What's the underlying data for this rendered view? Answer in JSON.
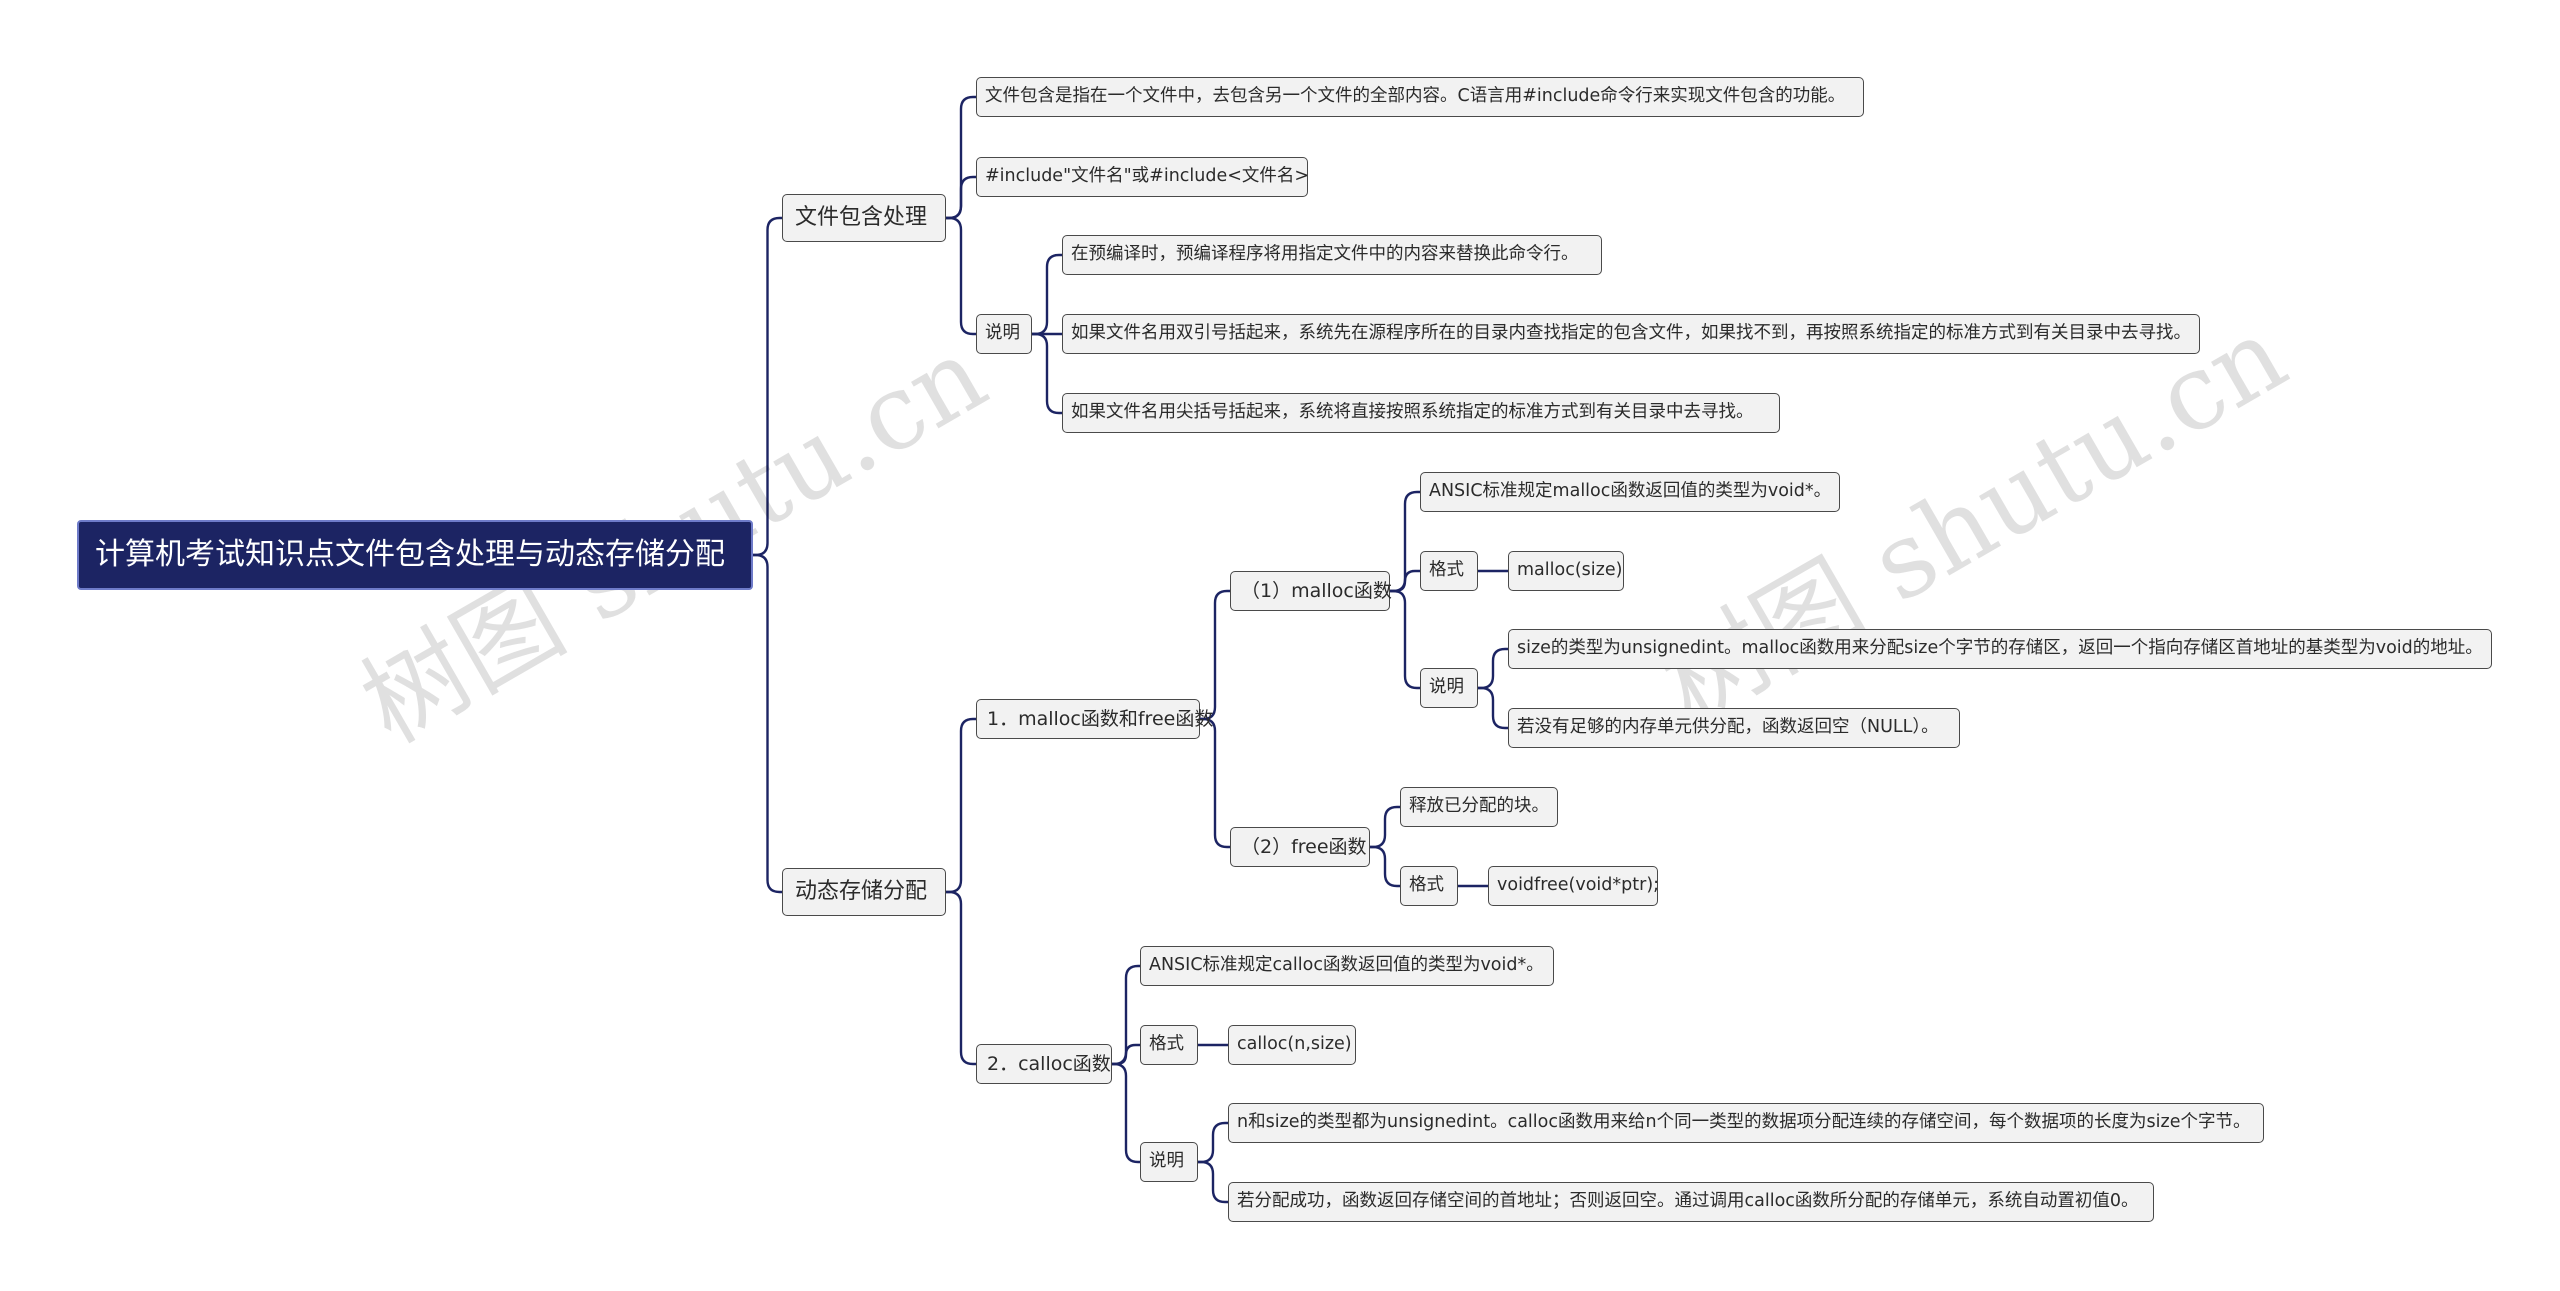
{
  "watermark": "树图 shutu.cn",
  "root": {
    "label": "计算机考试知识点文件包含处理与动态存储分配"
  },
  "file_include": {
    "label": "文件包含处理",
    "definition": "文件包含是指在一个文件中，去包含另一个文件的全部内容。C语言用#include命令行来实现文件包含的功能。",
    "syntax": "#include\"文件名\"或#include<文件名>",
    "note_label": "说明",
    "notes": [
      "在预编译时，预编译程序将用指定文件中的内容来替换此命令行。",
      "如果文件名用双引号括起来，系统先在源程序所在的目录内查找指定的包含文件，如果找不到，再按照系统指定的标准方式到有关目录中去寻找。",
      "如果文件名用尖括号括起来，系统将直接按照系统指定的标准方式到有关目录中去寻找。"
    ]
  },
  "dynamic_alloc": {
    "label": "动态存储分配",
    "malloc_free": {
      "label": "1．malloc函数和free函数",
      "malloc": {
        "label": "（1）malloc函数",
        "standard": "ANSIC标准规定malloc函数返回值的类型为void*。",
        "format_label": "格式",
        "format": "malloc(size)",
        "note_label": "说明",
        "notes": [
          "size的类型为unsignedint。malloc函数用来分配size个字节的存储区，返回一个指向存储区首地址的基类型为void的地址。",
          "若没有足够的内存单元供分配，函数返回空（NULL）。"
        ]
      },
      "free": {
        "label": "（2）free函数",
        "desc": "释放已分配的块。",
        "format_label": "格式",
        "format": "voidfree(void*ptr);"
      }
    },
    "calloc": {
      "label": "2．calloc函数",
      "standard": "ANSIC标准规定calloc函数返回值的类型为void*。",
      "format_label": "格式",
      "format": "calloc(n,size)",
      "note_label": "说明",
      "notes": [
        "n和size的类型都为unsignedint。calloc函数用来给n个同一类型的数据项分配连续的存储空间，每个数据项的长度为size个字节。",
        "若分配成功，函数返回存储空间的首地址；否则返回空。通过调用calloc函数所分配的存储单元，系统自动置初值0。"
      ]
    }
  }
}
